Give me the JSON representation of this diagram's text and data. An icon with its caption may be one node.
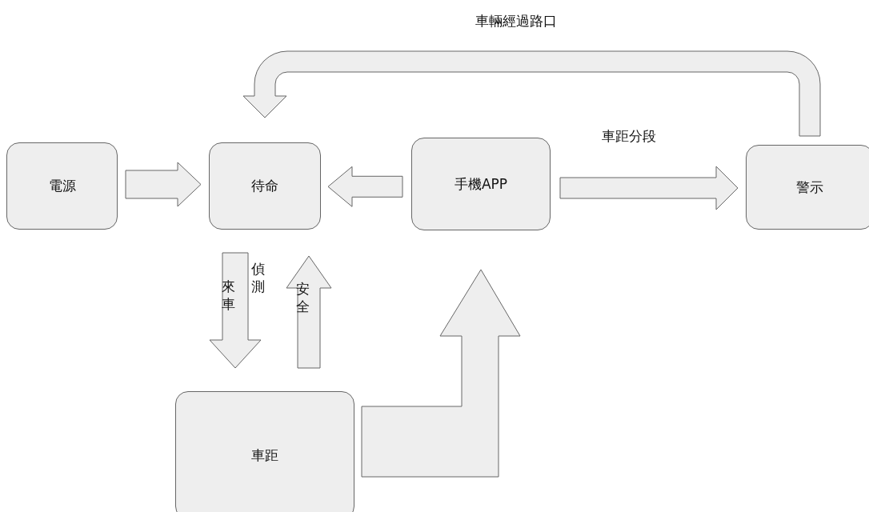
{
  "diagram": {
    "nodes": [
      {
        "text": [
          "電源"
        ]
      },
      {
        "text": [
          "待命"
        ]
      },
      {
        "text": [
          "手機APP"
        ]
      },
      {
        "text": [
          "警示"
        ]
      },
      {
        "text": [
          "車距"
        ]
      }
    ],
    "edges": [
      {
        "from": 0,
        "to": 1,
        "arrow": "to"
      },
      {
        "from": 2,
        "to": 1,
        "arrow": "to"
      },
      {
        "from": 2,
        "to": 3,
        "arrow": "to",
        "label": "車距分段"
      },
      {
        "from": 3,
        "to": 1,
        "arrow": "to",
        "label": "車輛經過路口"
      },
      {
        "from": 1,
        "to": 4,
        "arrow": "to",
        "label": "來車"
      },
      {
        "from": 4,
        "to": 1,
        "arrow": "to",
        "label": "安全"
      },
      {
        "from": 4,
        "to": 2,
        "arrow": "to"
      }
    ],
    "labels": [
      "偵測"
    ]
  }
}
